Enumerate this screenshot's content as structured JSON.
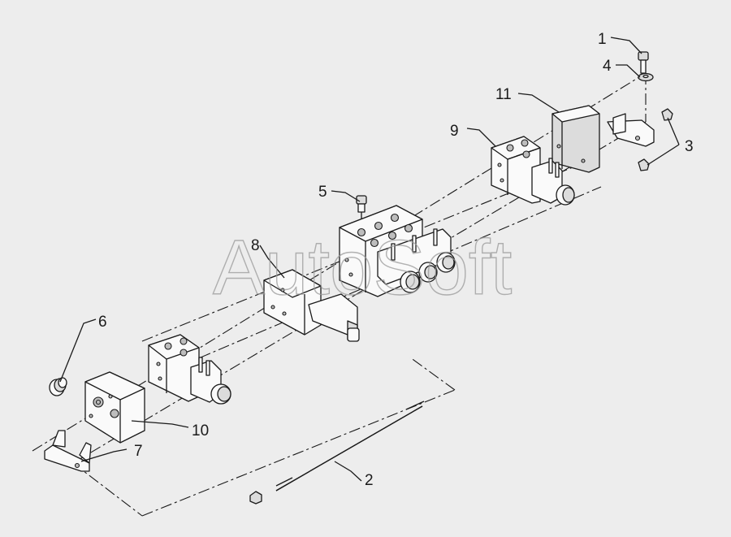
{
  "diagram": {
    "watermark": "AutoSoft",
    "callouts": [
      "1",
      "2",
      "3",
      "4",
      "5",
      "6",
      "7",
      "8",
      "9",
      "10",
      "11"
    ]
  }
}
